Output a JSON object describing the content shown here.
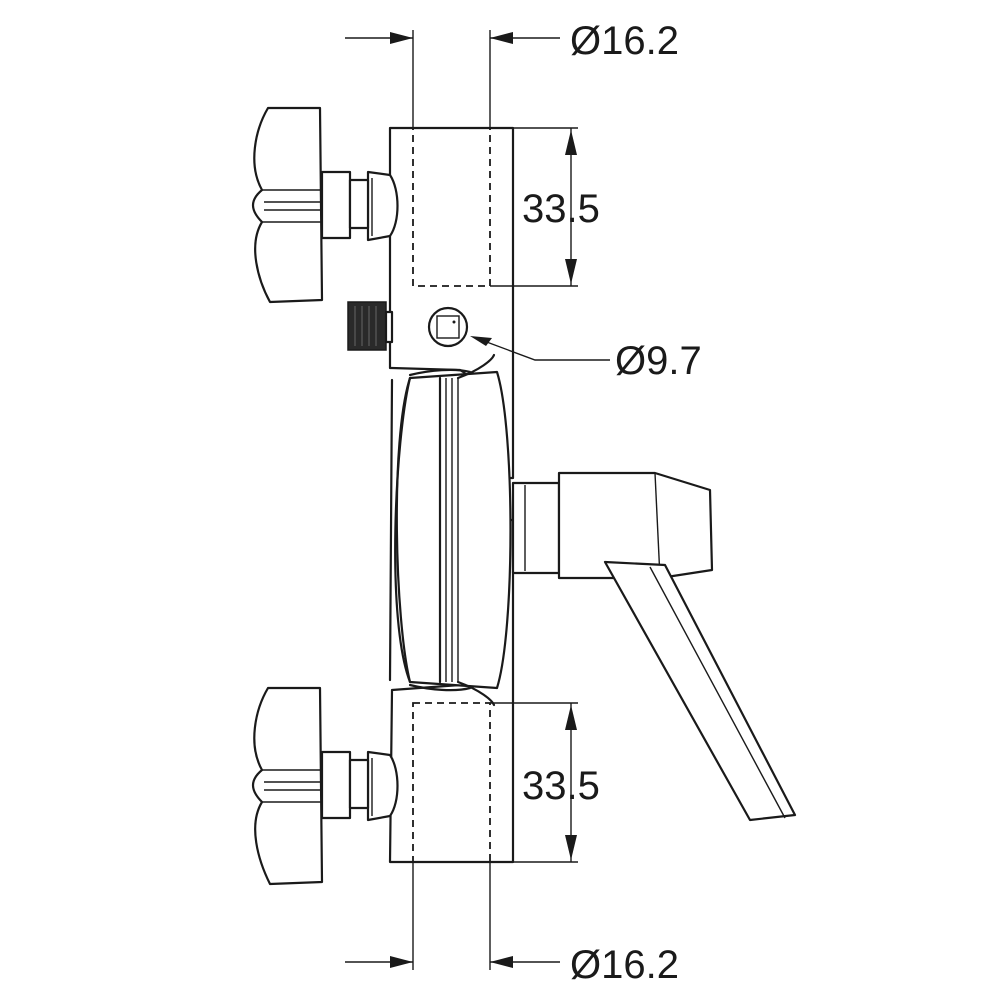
{
  "dimensions": {
    "top_tube_diameter": "Ø16.2",
    "top_socket_depth": "33.5",
    "pin_hole_diameter": "Ø9.7",
    "bottom_socket_depth": "33.5",
    "bottom_tube_diameter": "Ø16.2"
  },
  "colors": {
    "line": "#1a1a1a",
    "background": "#ffffff",
    "set_screw": "#2a2a2a"
  }
}
